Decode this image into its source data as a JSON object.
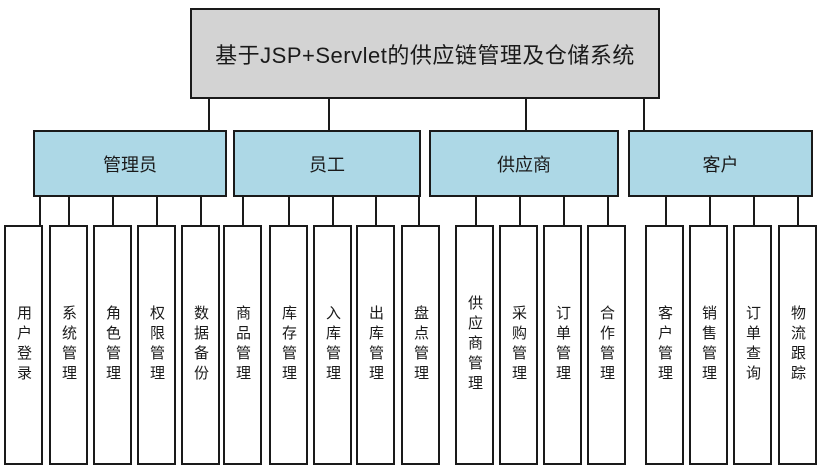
{
  "diagram": {
    "title": "基于JSP+Servlet的供应链管理及仓储系统",
    "colors": {
      "title_fill": "#d3d3d3",
      "branch_fill": "#add8e6",
      "leaf_fill": "#ffffff",
      "border": "#1a1a1a",
      "background": "#ffffff"
    },
    "branches": [
      {
        "label": "管理员",
        "children": [
          "用户登录",
          "系统管理",
          "角色管理",
          "权限管理",
          "数据备份"
        ]
      },
      {
        "label": "员工",
        "children": [
          "商品管理",
          "库存管理",
          "入库管理",
          "出库管理",
          "盘点管理"
        ]
      },
      {
        "label": "供应商",
        "children": [
          "供应商管理",
          "采购管理",
          "订单管理",
          "合作管理"
        ]
      },
      {
        "label": "客户",
        "children": [
          "客户管理",
          "销售管理",
          "订单查询",
          "物流跟踪"
        ]
      }
    ]
  }
}
